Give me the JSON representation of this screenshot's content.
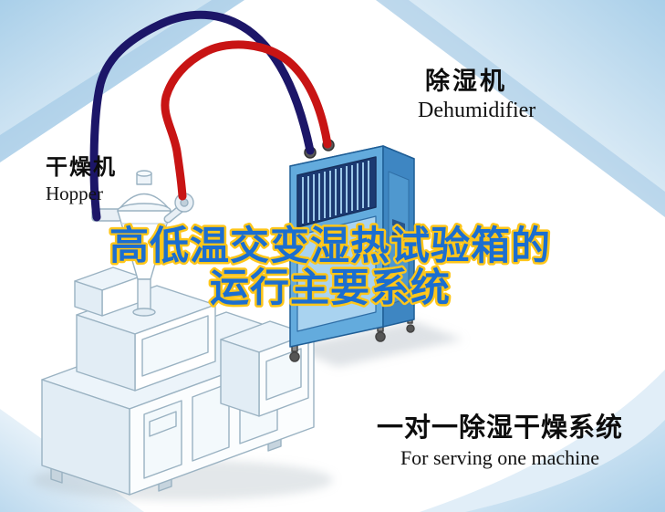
{
  "title": {
    "line1": "高低温交变湿热试验箱的",
    "line2": "运行主要系统"
  },
  "labels": {
    "hopper_cn": "干燥机",
    "hopper_en": "Hopper",
    "dehumidifier_cn": "除湿机",
    "dehumidifier_en": "Dehumidifier"
  },
  "caption": {
    "cn": "一对一除湿干燥系统",
    "en": "For serving one machine"
  },
  "illustration": {
    "machines": [
      "dehumidifier-unit",
      "hopper-dryer",
      "extruder-machine"
    ],
    "pipes": [
      {
        "name": "return-air-pipe",
        "color": "#1c1668"
      },
      {
        "name": "dry-air-pipe",
        "color": "#c81414"
      }
    ],
    "colors": {
      "title_fill": "#1b6ed0",
      "title_outline": "#ffc61a",
      "machine_blue": "#63abdd",
      "grille_navy": "#1c3a72",
      "corner_blue": "#a9cfe9",
      "label_black": "#0d0d0d"
    }
  }
}
